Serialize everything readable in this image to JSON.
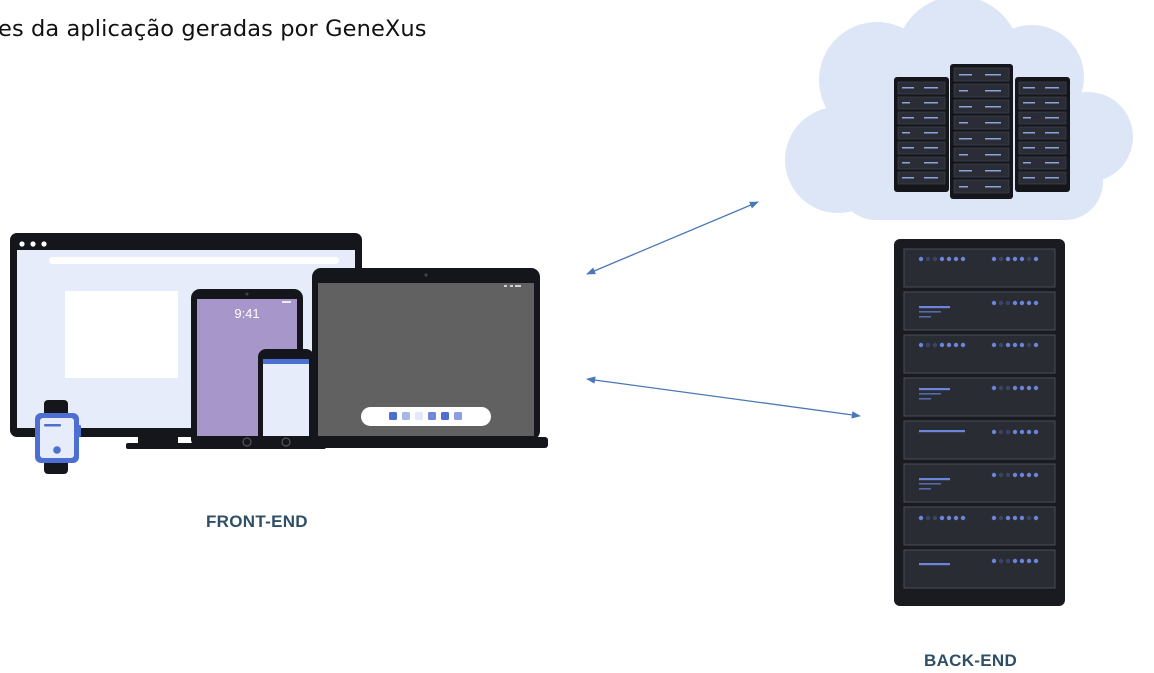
{
  "title": "es da aplicação geradas por GeneXus",
  "frontend": {
    "label": "FRONT-END",
    "tablet_time": "9:41",
    "devices": [
      "monitor",
      "tablet",
      "phone",
      "laptop",
      "smartwatch"
    ]
  },
  "backend": {
    "label": "BACK-END",
    "components": [
      "cloud-servers",
      "server-rack"
    ]
  },
  "connections": [
    {
      "from": "front-end",
      "to": "cloud-servers",
      "style": "double-arrow"
    },
    {
      "from": "front-end",
      "to": "server-rack",
      "style": "double-arrow"
    }
  ],
  "colors": {
    "label": "#2f4f66",
    "arrow": "#4a78b8",
    "cloud": "#dce6f6",
    "device_frame": "#15161c",
    "screen": "#e6ecf9",
    "tablet_screen": "#a796c9",
    "laptop_screen": "#616161",
    "rack": "#1a1b21",
    "accent": "#4d6fd1"
  }
}
